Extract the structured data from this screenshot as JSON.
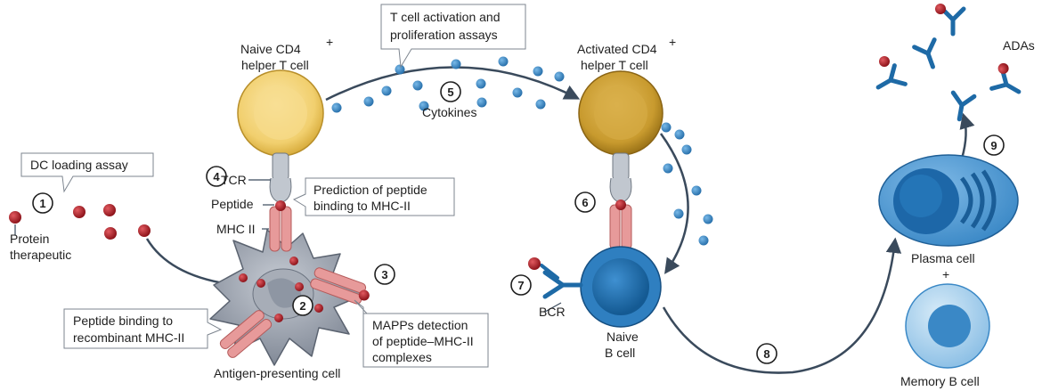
{
  "labels": {
    "naive_t": [
      "Naive CD4",
      "helper T cell"
    ],
    "activated_t": [
      "Activated CD4",
      "helper T cell"
    ],
    "sup": "+",
    "cytokines": "Cytokines",
    "tcr": "TCR",
    "peptide": "Peptide",
    "mhc": "MHC II",
    "protein": [
      "Protein",
      "therapeutic"
    ],
    "apc": "Antigen-presenting cell",
    "bcr": "BCR",
    "naive_b": [
      "Naive",
      "B cell"
    ],
    "plasma": "Plasma cell",
    "plus": "+",
    "memory": "Memory B cell",
    "adas": "ADAs"
  },
  "boxes": {
    "activation": [
      "T cell activation and",
      "proliferation assays"
    ],
    "dc": [
      "DC loading assay"
    ],
    "prediction": [
      "Prediction of peptide",
      "binding to MHC-II"
    ],
    "binding": [
      "Peptide binding to",
      "recombinant MHC-II"
    ],
    "mapps": [
      "MAPPs detection",
      "of peptide–MHC-II",
      "complexes"
    ]
  },
  "steps": [
    "1",
    "2",
    "3",
    "4",
    "5",
    "6",
    "7",
    "8",
    "9"
  ],
  "colors": {
    "protein": "#b8242c",
    "cytokine": "#3a88c6",
    "naive_t": "#f1cf6e",
    "activated_t": "#c89a2e",
    "b_cell": "#1f6fb0",
    "apc": "#8b93a1",
    "mhc": "#e79a9a",
    "tcr": "#b9c0c8",
    "antibody": "#1e6aa6",
    "arrow": "#3a4a5c"
  }
}
